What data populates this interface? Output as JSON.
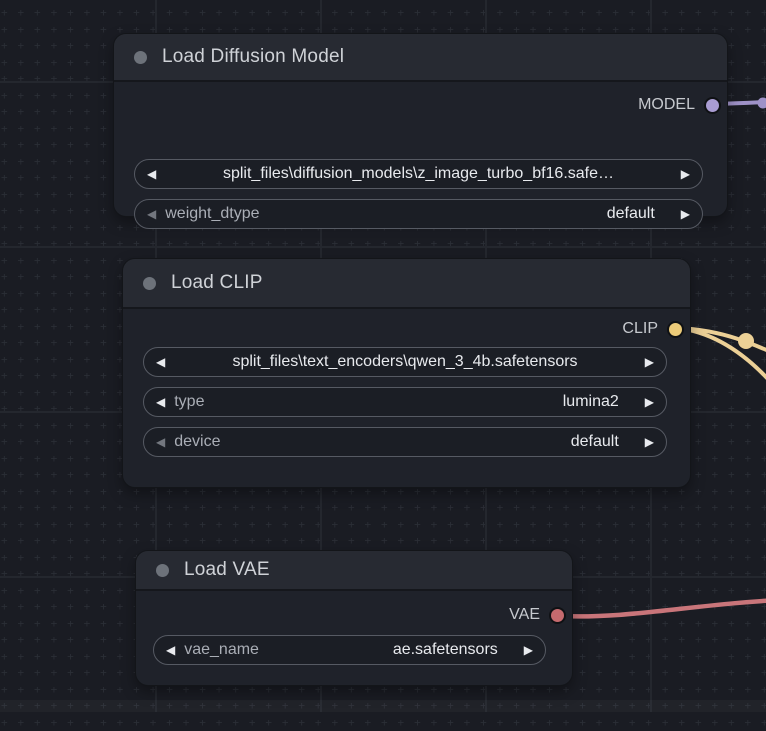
{
  "canvas": {
    "kind": "node graph editor canvas",
    "grid_note": "dotted plus grid with major lines"
  },
  "colors": {
    "background": "#1a1c23",
    "grid_plus": "#2b2e36",
    "grid_line": "#24272e",
    "node_body": "#1f222a",
    "node_header": "#272a32",
    "model_link": "#9f92c8",
    "model_port": "#a99cd2",
    "clip_link": "#ecd096",
    "clip_port": "#eccb79",
    "vae_link": "#c9757a",
    "vae_port": "#c56a6e"
  },
  "icons": {
    "arrow_left": "◀",
    "arrow_right": "▶"
  },
  "nodes": {
    "diffusion": {
      "title": "Load Diffusion Model",
      "output_label": "MODEL",
      "widgets": {
        "ckpt": {
          "value": "split_files\\diffusion_models\\z_image_turbo_bf16.safe…"
        },
        "weight_dtype": {
          "name": "weight_dtype",
          "value": "default"
        }
      }
    },
    "clip": {
      "title": "Load CLIP",
      "output_label": "CLIP",
      "widgets": {
        "clip_name": {
          "value": "split_files\\text_encoders\\qwen_3_4b.safetensors"
        },
        "type": {
          "name": "type",
          "value": "lumina2"
        },
        "device": {
          "name": "device",
          "value": "default"
        }
      }
    },
    "vae": {
      "title": "Load VAE",
      "output_label": "VAE",
      "widgets": {
        "vae_name": {
          "name": "vae_name",
          "value": "ae.safetensors"
        }
      }
    }
  }
}
